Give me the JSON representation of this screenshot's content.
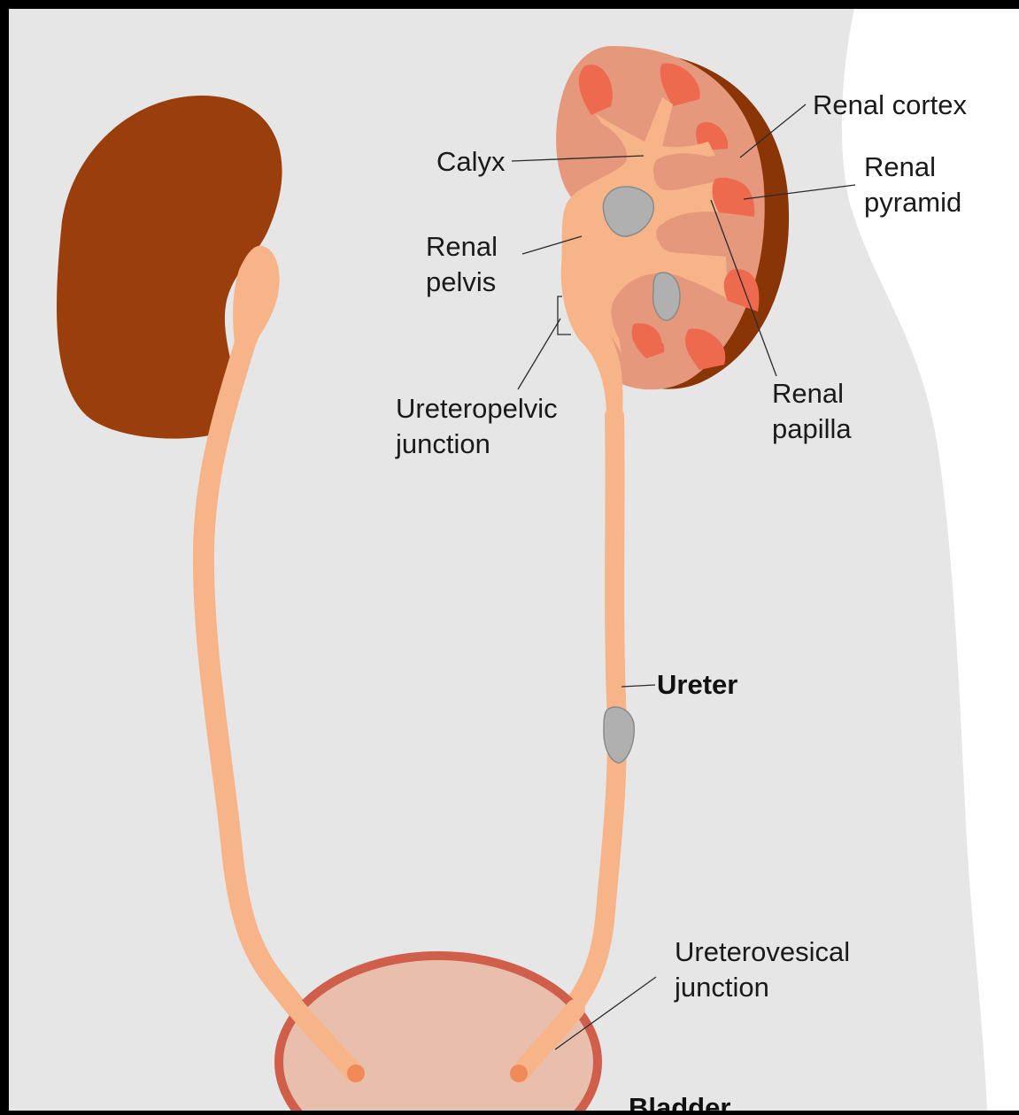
{
  "colors": {
    "background": "#e6e6e6",
    "frame": "#000000",
    "body_outline": "#ffffff",
    "kidney_left": "#9a3f0c",
    "kidney_cortex": "#e5987c",
    "kidney_capsule": "#8a3506",
    "pyramid": "#ee6a4f",
    "pelvis": "#f8b489",
    "ureter": "#f8b489",
    "bladder_fill": "#e8bfac",
    "bladder_wall": "#cf5f4b",
    "stone": "#b0b0b0",
    "ureter_tip": "#f08a58"
  },
  "labels": {
    "renal_cortex": "Renal cortex",
    "calyx": "Calyx",
    "renal_pyramid_l1": "Renal",
    "renal_pyramid_l2": "pyramid",
    "renal_pelvis_l1": "Renal",
    "renal_pelvis_l2": "pelvis",
    "upj_l1": "Ureteropelvic",
    "upj_l2": "junction",
    "renal_papilla_l1": "Renal",
    "renal_papilla_l2": "papilla",
    "ureter": "Ureter",
    "uvj_l1": "Ureterovesical",
    "uvj_l2": "junction",
    "bladder": "Bladder"
  }
}
